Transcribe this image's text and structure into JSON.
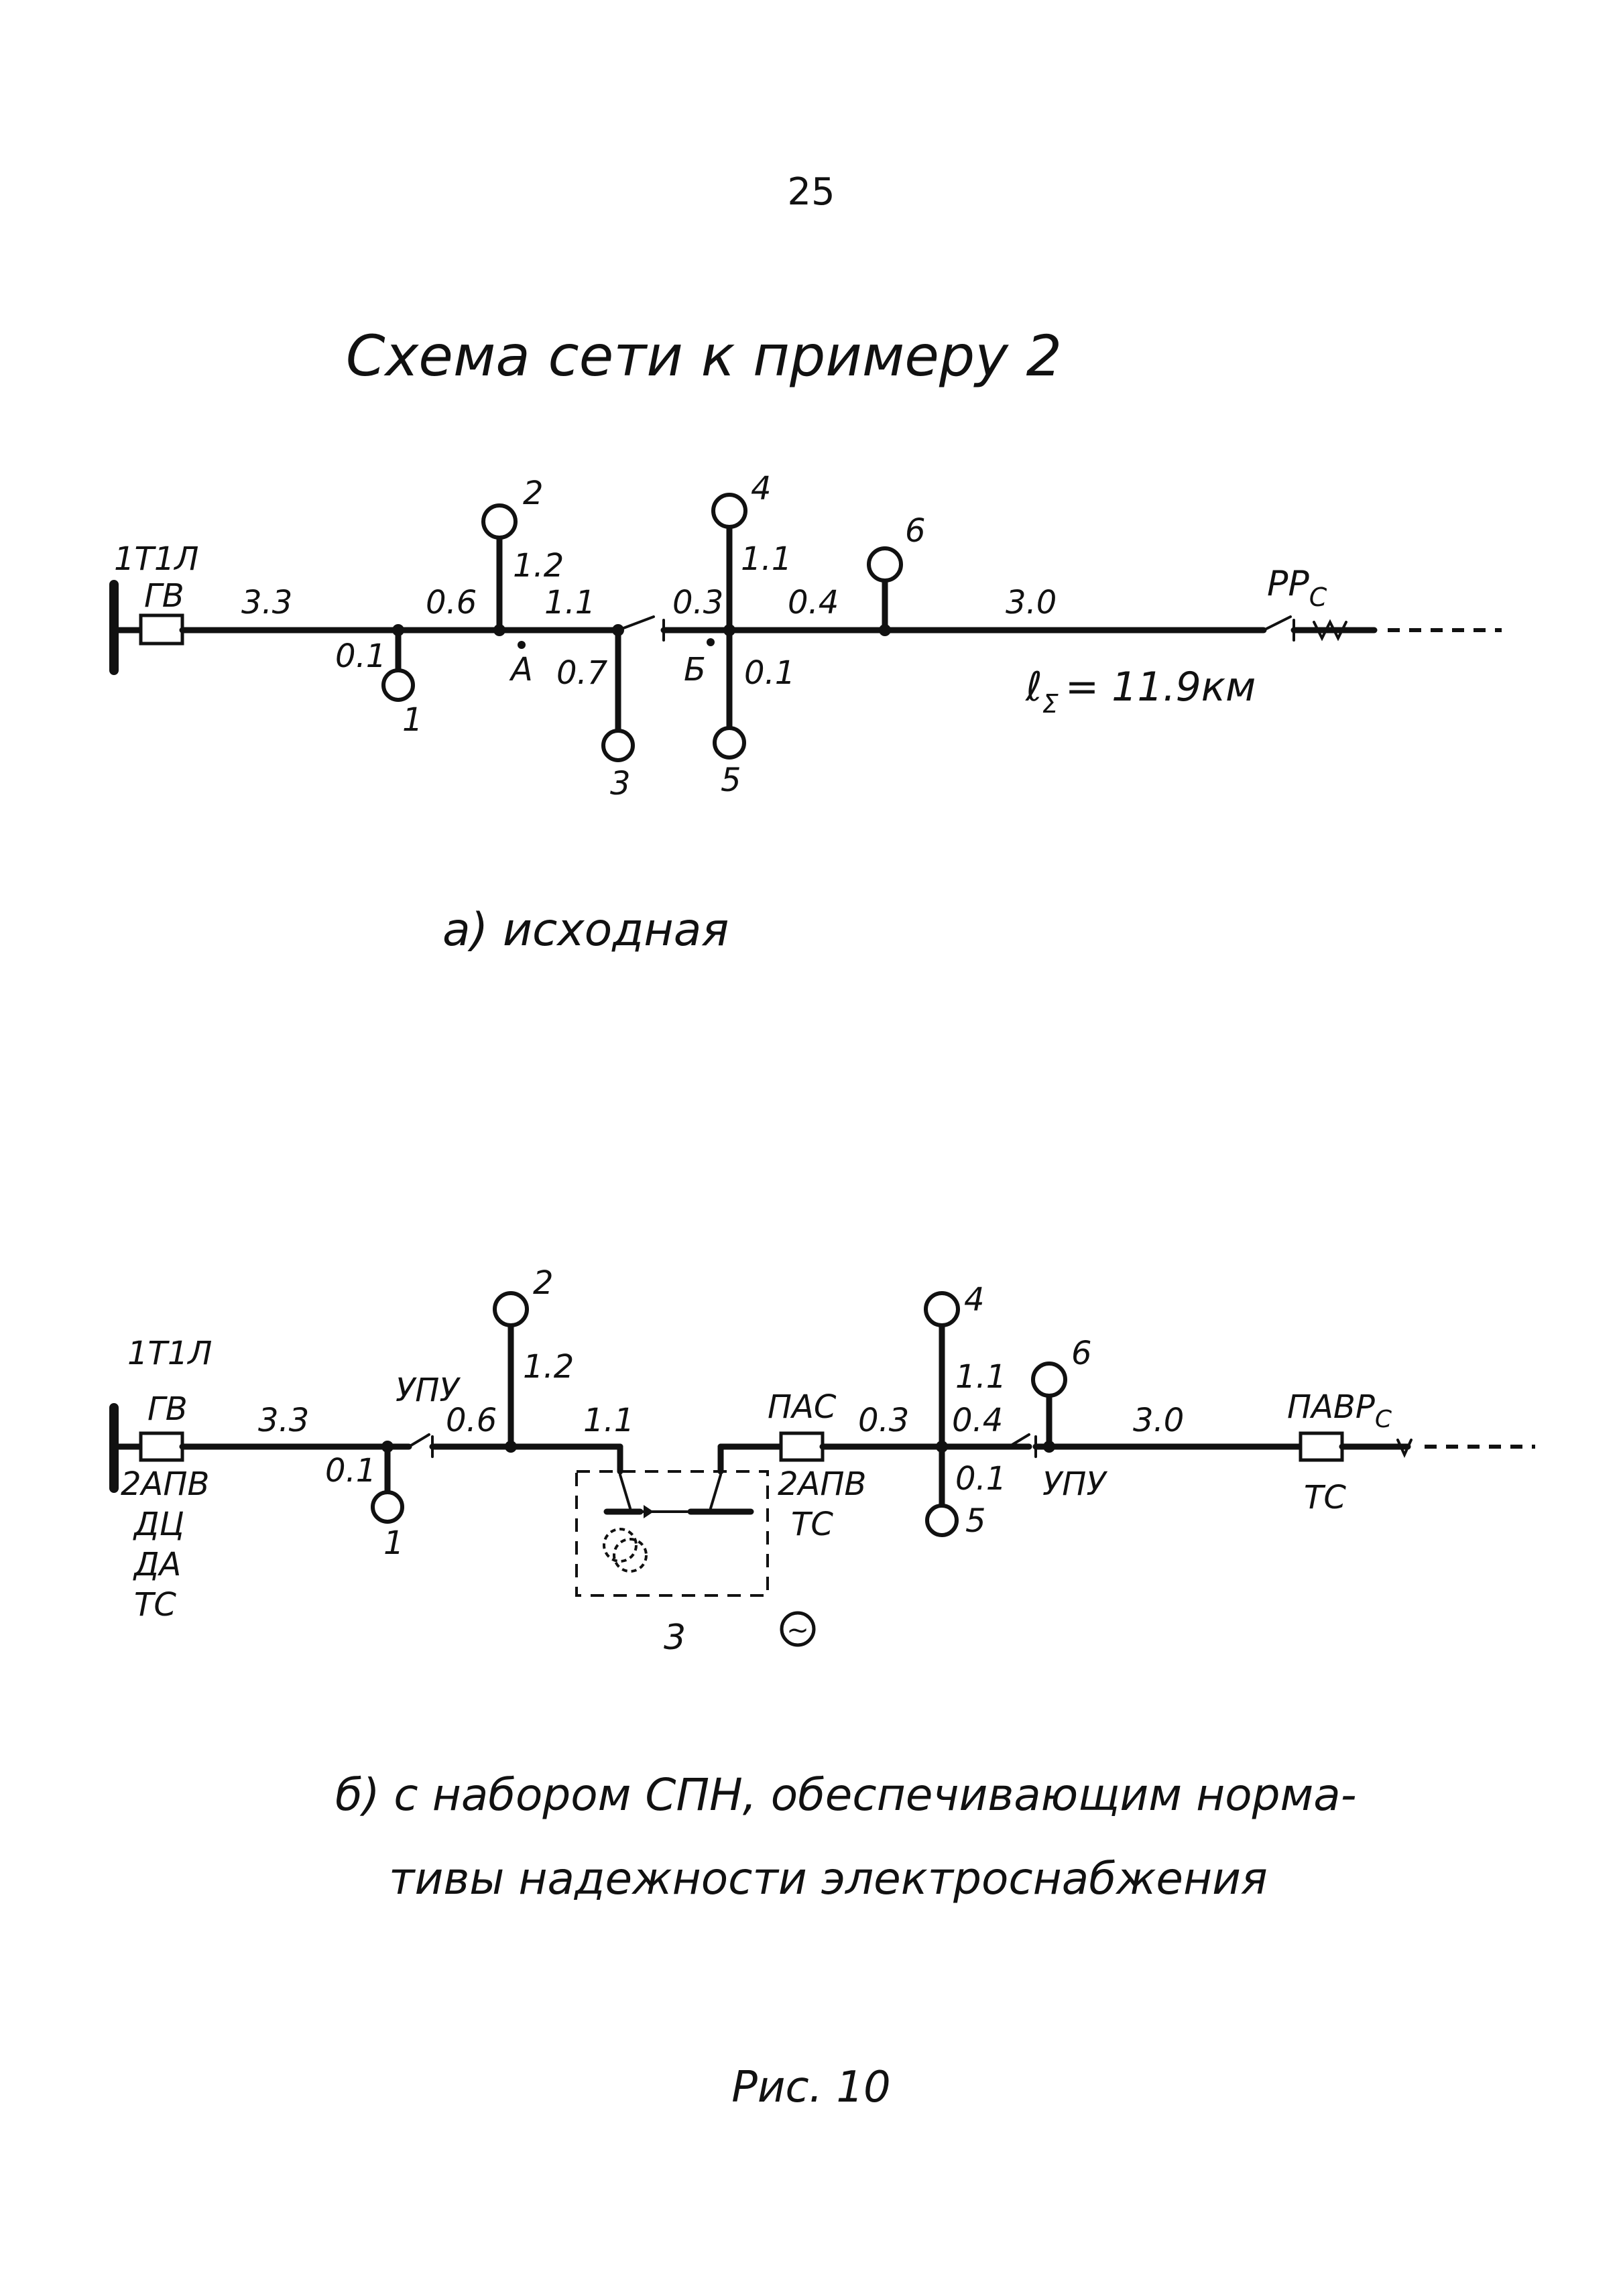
{
  "page_number": "25",
  "title": "Схема сети к примеру 2",
  "diagram_a": {
    "caption": "а) исходная",
    "source_label": "1Т1Л",
    "breaker_label": "ГВ",
    "recloser_label": "РР",
    "recloser_sub": "С",
    "total_length": "ℓ",
    "total_length_sub": "Σ",
    "total_length_value": "= 11.9км",
    "point_a": "А",
    "point_b": "Б",
    "segments": [
      "3.3",
      "0.6",
      "1.1",
      "0.3",
      "0.4",
      "3.0"
    ],
    "branches": [
      "0.1",
      "1.2",
      "0.7",
      "1.1",
      "0.1"
    ],
    "nodes": [
      "1",
      "2",
      "3",
      "4",
      "5",
      "6"
    ]
  },
  "diagram_b": {
    "caption_line1": "б) с набором СПН, обеспечивающим норма-",
    "caption_line2": "тивы надежности электроснабжения",
    "source_label": "1Т1Л",
    "breaker_stack": [
      "ГВ",
      "2АПВ",
      "ДЦ",
      "ДА",
      "ТС"
    ],
    "upu_left": "УПУ",
    "pas_label": "ПАС",
    "pas_stack": [
      "2АПВ",
      "ТС"
    ],
    "upu_right": "УПУ",
    "pavr_label": "ПАВР",
    "pavr_sub": "С",
    "pavr_stack": [
      "ТС"
    ],
    "substation_label": "3",
    "generator_symbol": "~",
    "segments": [
      "3.3",
      "0.6",
      "1.1",
      "0.3",
      "0.4",
      "3.0"
    ],
    "branches": [
      "0.1",
      "1.2",
      "1.1",
      "0.1"
    ],
    "nodes": [
      "1",
      "2",
      "4",
      "5",
      "6"
    ]
  },
  "figure_caption": "Рис. 10"
}
